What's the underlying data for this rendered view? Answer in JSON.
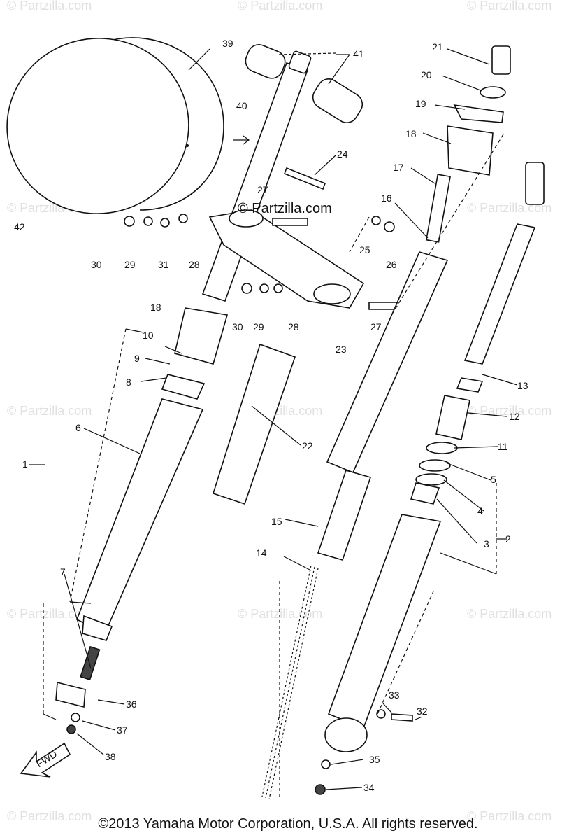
{
  "watermark": "© Partzilla.com",
  "main_watermark": "© Partzilla.com",
  "copyright": "©2013  Yamaha Motor Corporation, U.S.A. All rights reserved.",
  "fwd_label": "FWD",
  "labels": {
    "l1": "1",
    "l2": "2",
    "l3": "3",
    "l4": "4",
    "l5": "5",
    "l6": "6",
    "l7": "7",
    "l8": "8",
    "l9": "9",
    "l10": "10",
    "l11": "11",
    "l12": "12",
    "l13": "13",
    "l14": "14",
    "l15": "15",
    "l16": "16",
    "l17": "17",
    "l18a": "18",
    "l18b": "18",
    "l19": "19",
    "l20": "20",
    "l21": "21",
    "l22": "22",
    "l23": "23",
    "l24": "24",
    "l25": "25",
    "l26": "26",
    "l27a": "27",
    "l27b": "27",
    "l28a": "28",
    "l28b": "28",
    "l29a": "29",
    "l29b": "29",
    "l30a": "30",
    "l30b": "30",
    "l31": "31",
    "l32": "32",
    "l33": "33",
    "l34": "34",
    "l35": "35",
    "l36": "36",
    "l37": "37",
    "l38": "38",
    "l39": "39",
    "l40": "40",
    "l41": "41",
    "l42": "42"
  }
}
